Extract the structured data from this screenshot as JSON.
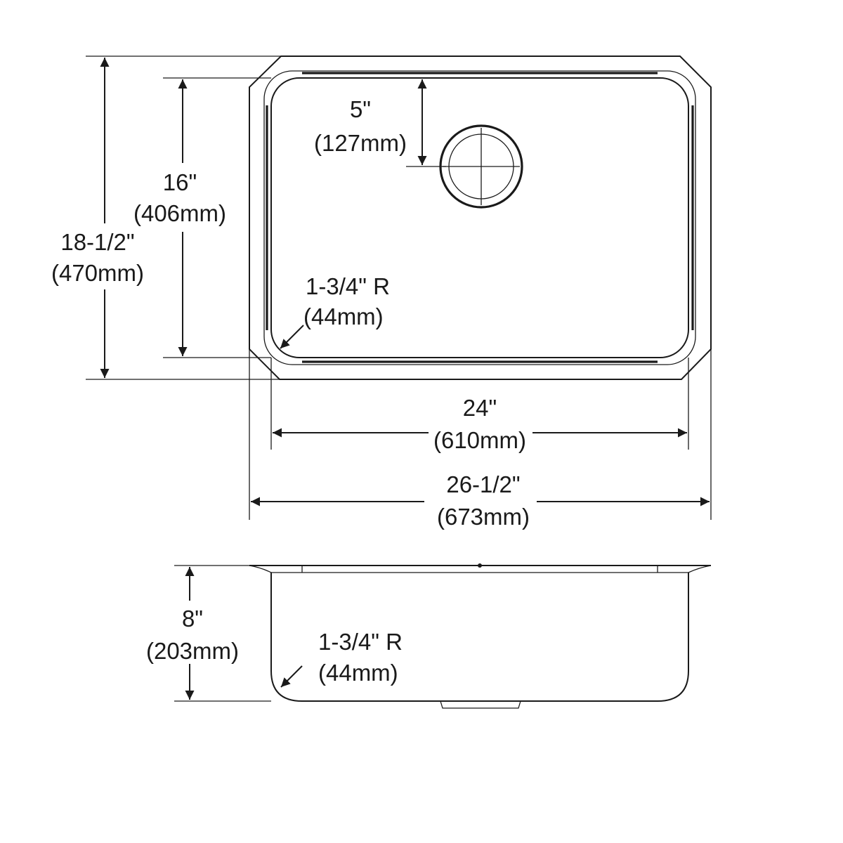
{
  "top_view": {
    "overall_depth": {
      "imperial": "18-1/2\"",
      "metric": "(470mm)"
    },
    "bowl_depth": {
      "imperial": "16\"",
      "metric": "(406mm)"
    },
    "drain_offset": {
      "imperial": "5\"",
      "metric": "(127mm)"
    },
    "corner_radius": {
      "imperial": "1-3/4\" R",
      "metric": "(44mm)"
    },
    "bowl_width": {
      "imperial": "24\"",
      "metric": "(610mm)"
    },
    "overall_width": {
      "imperial": "26-1/2\"",
      "metric": "(673mm)"
    }
  },
  "side_view": {
    "bowl_height": {
      "imperial": "8\"",
      "metric": "(203mm)"
    },
    "corner_radius": {
      "imperial": "1-3/4\" R",
      "metric": "(44mm)"
    }
  }
}
